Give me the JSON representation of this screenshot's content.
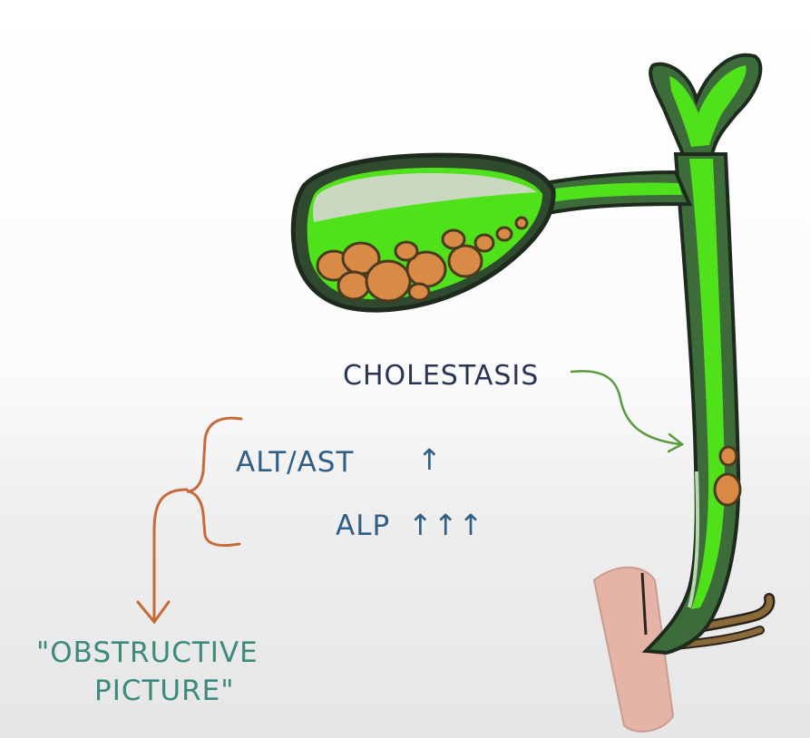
{
  "labels": {
    "cholestasis": "CHOLESTASIS",
    "alt_ast": "ALT/AST",
    "alt_ast_arrow": "↑",
    "alp": "ALP",
    "alp_arrows": "↑↑↑",
    "obstructive_line1": "\"OBSTRUCTIVE",
    "obstructive_line2": "PICTURE\""
  },
  "colors": {
    "bile_green": "#4fe21a",
    "duct_dark": "#3e6b3a",
    "outline": "#1d2a1d",
    "stone": "#d98a46",
    "stone_outline": "#4a3a1e",
    "duodenum": "#e6b4a6",
    "bracket": "#c66a3a",
    "pointer_arrow": "#5a9a3e",
    "text_dark": "#2a3554",
    "text_blue": "#2f5f86",
    "text_teal": "#3b8a7c"
  },
  "icons": {
    "gallbladder": "gallbladder-icon",
    "bile_duct": "bile-duct-icon",
    "gallstones": "gallstone-icon",
    "duodenum": "duodenum-icon"
  }
}
